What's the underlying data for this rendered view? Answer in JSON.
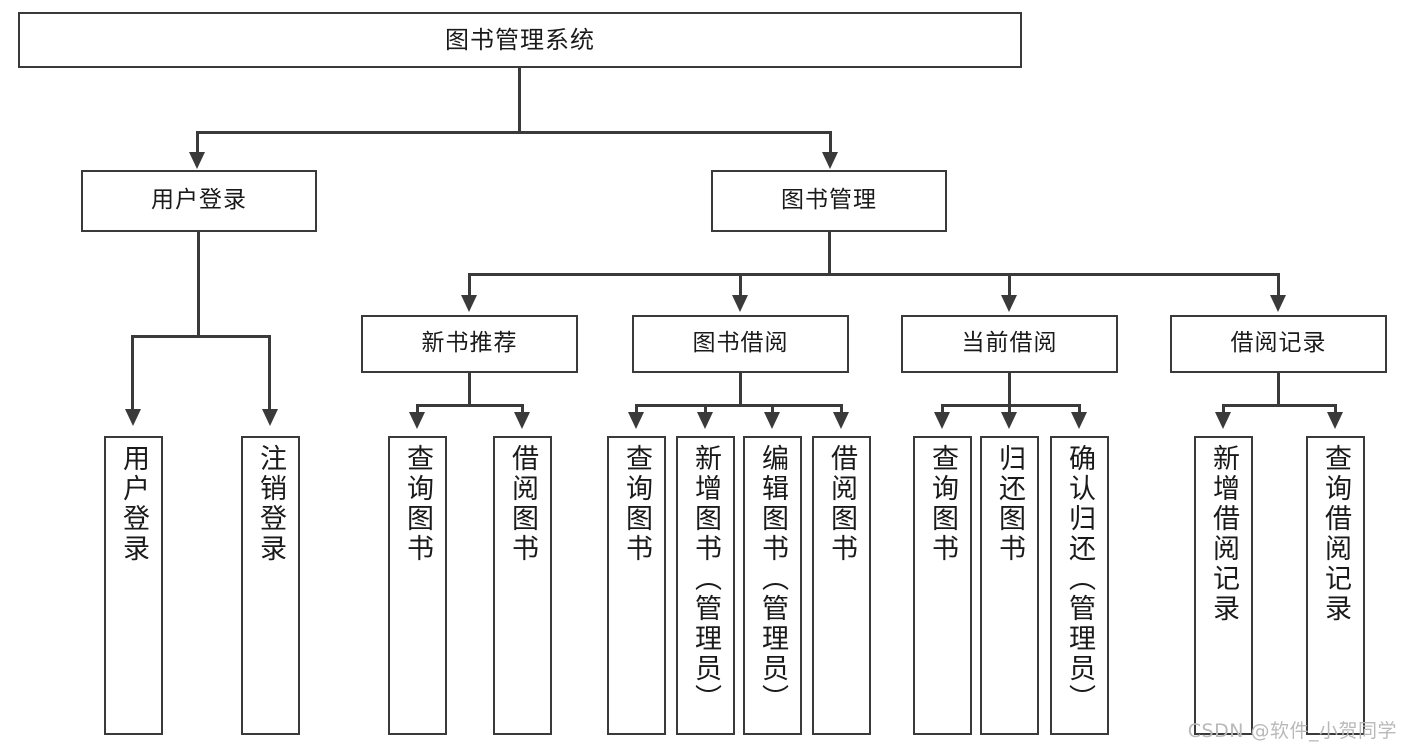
{
  "diagram": {
    "title": "图书管理系统",
    "type": "tree-hierarchy-chart",
    "watermark": "CSDN @软件_小贺同学",
    "colors": {
      "stroke": "#3a3a3a",
      "fill": "#ffffff",
      "text": "#1a1a1a",
      "watermark": "#b9b9b9"
    }
  },
  "nodes": {
    "root": {
      "label": "图书管理系统"
    },
    "level2": [
      {
        "label": "用户登录"
      },
      {
        "label": "图书管理"
      }
    ],
    "level3": [
      {
        "label": "新书推荐"
      },
      {
        "label": "图书借阅"
      },
      {
        "label": "当前借阅"
      },
      {
        "label": "借阅记录"
      }
    ],
    "leaves": {
      "user_login": [
        {
          "label": "用户登录"
        },
        {
          "label": "注销登录"
        }
      ],
      "new_book_recommend": [
        {
          "label": "查询图书"
        },
        {
          "label": "借阅图书"
        }
      ],
      "book_borrow": [
        {
          "label": "查询图书"
        },
        {
          "label": "新增图书（管理员）"
        },
        {
          "label": "编辑图书（管理员）"
        },
        {
          "label": "借阅图书"
        }
      ],
      "current_borrow": [
        {
          "label": "查询图书"
        },
        {
          "label": "归还图书"
        },
        {
          "label": "确认归还（管理员）"
        }
      ],
      "borrow_record": [
        {
          "label": "新增借阅记录"
        },
        {
          "label": "查询借阅记录"
        }
      ]
    }
  }
}
